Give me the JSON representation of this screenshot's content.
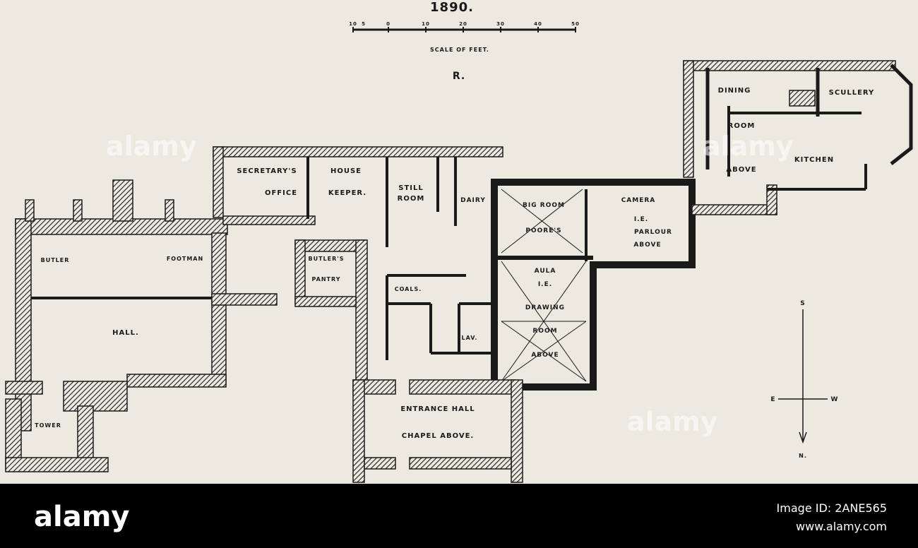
{
  "plan": {
    "year": "1890.",
    "scale_ticks": [
      "10",
      "5",
      "0",
      "10",
      "20",
      "30",
      "40",
      "50"
    ],
    "scale_caption": "SCALE OF FEET.",
    "initial": "R.",
    "compass": {
      "s": "S",
      "e": "E",
      "w": "W",
      "n": "N."
    },
    "rooms": {
      "dining": "DINING",
      "room": "ROOM",
      "above": "ABOVE",
      "scullery": "SCULLERY",
      "kitchen": "KITCHEN",
      "secretary": "SECRETARY'S",
      "office": "OFFICE",
      "house": "HOUSE",
      "keeper": "KEEPER.",
      "still": "STILL",
      "still_room": "ROOM",
      "dairy": "DAIRY",
      "big_room": "BIG ROOM",
      "poores": "POORE'S",
      "camera": "CAMERA",
      "ie1": "I.E.",
      "parlour": "PARLOUR",
      "parlour_above": "ABOVE",
      "aula": "AULA",
      "ie2": "I.E.",
      "drawing": "DRAWING",
      "drawing_room": "ROOM",
      "drawing_above": "ABOVE",
      "butler": "BUTLER",
      "footman": "FOOTMAN",
      "butlers": "BUTLER'S",
      "pantry": "PANTRY",
      "coals": "COALS.",
      "lav": "LAV.",
      "hall": "HALL.",
      "entrance_hall": "ENTRANCE HALL",
      "chapel_above": "CHAPEL ABOVE.",
      "tower": "TOWER"
    }
  },
  "watermark": "alamy",
  "footer": {
    "brand": "alamy",
    "image_id": "Image ID: 2ANE565",
    "site": "www.alamy.com"
  }
}
